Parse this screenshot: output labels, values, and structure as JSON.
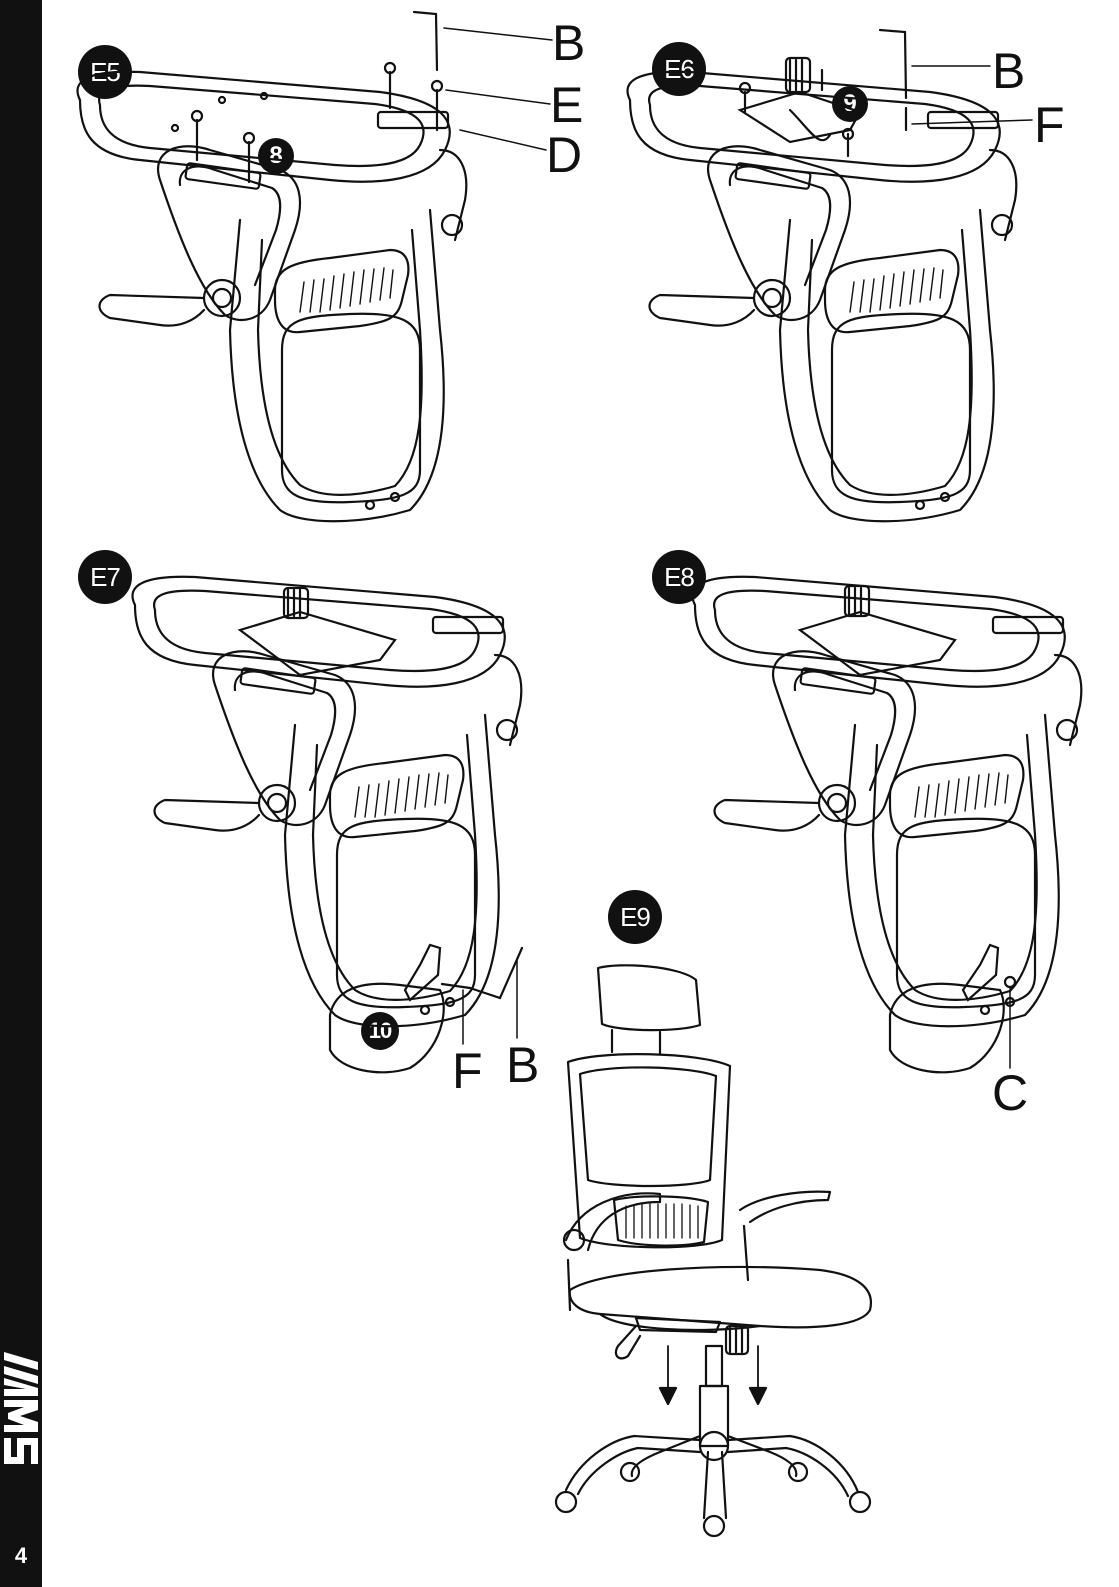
{
  "page_number": "4",
  "brand": {
    "logo": "VAMS"
  },
  "steps": [
    {
      "label": "E5",
      "markers": {
        "part_number": "8"
      },
      "parts": [
        "B",
        "E",
        "D"
      ]
    },
    {
      "label": "E6",
      "markers": {
        "part_number": "9"
      },
      "parts": [
        "B",
        "F"
      ]
    },
    {
      "label": "E7",
      "markers": {
        "part_number": "10"
      },
      "parts": [
        "F",
        "B"
      ]
    },
    {
      "label": "E8",
      "parts": [
        "C"
      ]
    },
    {
      "label": "E9"
    }
  ],
  "colors": {
    "ink": "#111111",
    "paper": "#ffffff"
  }
}
